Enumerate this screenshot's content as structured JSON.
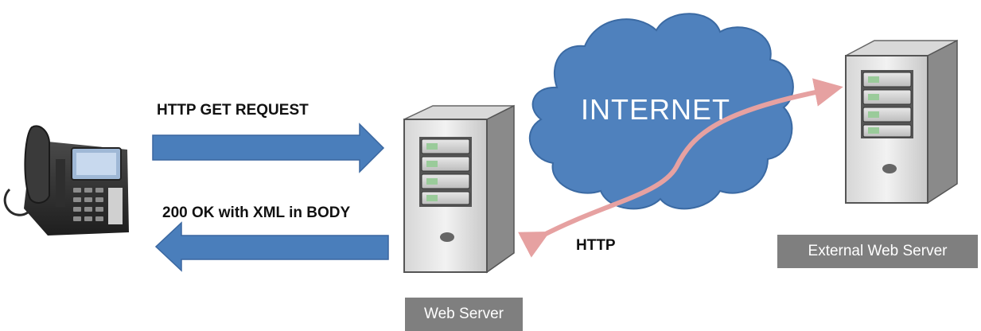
{
  "arrows": {
    "request_label": "HTTP GET REQUEST",
    "response_label": "200 OK with XML in BODY",
    "http_label": "HTTP"
  },
  "cloud": {
    "label": "INTERNET"
  },
  "servers": {
    "web_server_label": "Web Server",
    "external_server_label": "External Web Server"
  },
  "colors": {
    "arrow_blue": "#4a7ebb",
    "arrow_blue_border": "#3a67a0",
    "cloud_fill": "#4f81bd",
    "cloud_stroke": "#3b6aa3",
    "http_arrow": "#e6a1a1",
    "label_bg": "#7f7f7f"
  },
  "icons": [
    "desk-phone-icon",
    "server-tower-icon",
    "cloud-icon"
  ]
}
